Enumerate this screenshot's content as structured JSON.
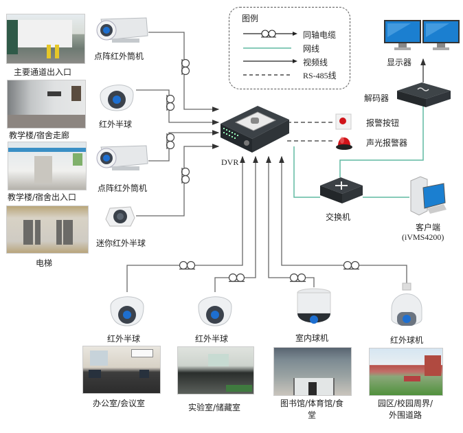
{
  "legend": {
    "title": "图例",
    "items": [
      {
        "type": "coax",
        "label": "同轴电缆"
      },
      {
        "type": "network",
        "label": "网线"
      },
      {
        "type": "video",
        "label": "视频线"
      },
      {
        "type": "rs485",
        "label": "RS-485线"
      }
    ]
  },
  "colors": {
    "wire": "#666666",
    "network": "#5fb8a0",
    "lens": "#1e6fd0",
    "alarm_red": "#d0141a",
    "monitor_blue": "#1b7fd0"
  },
  "center": {
    "dvr_label": "DVR"
  },
  "left_sites": [
    {
      "label": "主要通道出入口",
      "camera": "点阵红外筒机"
    },
    {
      "label": "教学楼/宿舍走廊",
      "camera": "红外半球"
    },
    {
      "label": "教学楼/宿舍出入口",
      "camera": "点阵红外筒机"
    },
    {
      "label": "电梯",
      "camera": "迷你红外半球"
    }
  ],
  "bottom_sites": [
    {
      "label": "办公室/会议室",
      "camera": "红外半球"
    },
    {
      "label": "实验室/储藏室",
      "camera": "红外半球"
    },
    {
      "label": "图书馆/体育馆/食堂",
      "label_line1": "图书馆/体育馆/食",
      "label_line2": "堂",
      "camera": "室内球机"
    },
    {
      "label": "园区/校园周界/外围道路",
      "label_line1": "园区/校园周界/",
      "label_line2": "外围道路",
      "camera": "红外球机"
    }
  ],
  "right_devices": {
    "monitor": "显示器",
    "decoder": "解码器",
    "alarm_button": "报警按钮",
    "siren": "声光报警器",
    "switch": "交换机",
    "client": "客户端",
    "client_sub": "(iVMS4200)"
  }
}
